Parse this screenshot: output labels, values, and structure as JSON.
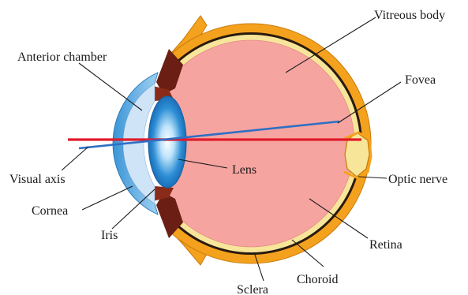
{
  "labels": {
    "vitreous_body": "Vitreous body",
    "anterior_chamber": "Anterior chamber",
    "fovea": "Fovea",
    "lens": "Lens",
    "visual_axis": "Visual axis",
    "optic_nerve": "Optic nerve",
    "cornea": "Cornea",
    "iris": "Iris",
    "retina": "Retina",
    "choroid": "Choroid",
    "sclera": "Sclera"
  },
  "colors": {
    "sclera": "#f4a21e",
    "sclera_stroke": "#c97a0a",
    "choroid": "#2a1a10",
    "retina": "#f7e69a",
    "vitreous": "#f6a4a0",
    "iris": "#8a2a18",
    "cornea": "#4aa3dc",
    "lens": "#2e8fd6",
    "optical_axis": "#e01a2a",
    "visual_axis": "#2f6fc4"
  }
}
